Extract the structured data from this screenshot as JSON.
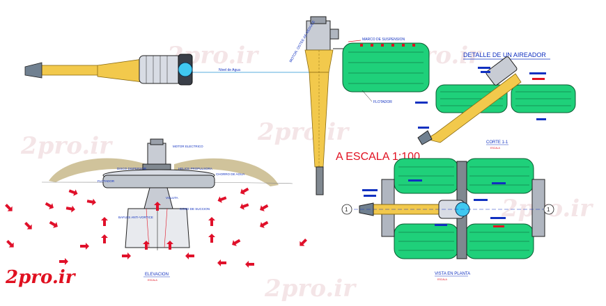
{
  "colors": {
    "shaft": "#f2c94c",
    "shaft_stroke": "#8a6a10",
    "float_green": "#1fd07a",
    "float_stroke": "#0a5a30",
    "spray": "#c8b88a",
    "arrow_red": "#e0102a",
    "label_blue": "#1030c0",
    "accent_red": "#e01020",
    "water_cyan": "#40c8f0"
  },
  "labels": {
    "nivel_agua": "Nivel de Agua",
    "motor_vertical": "MOTOR. OSTEE AE REDUCE",
    "marco_suspension": "MARCO DE SUSPENSION",
    "flotador_top": "FLOTADOR",
    "detalle_title": "DETALLE DE UN AIREADOR",
    "escala": "A ESCALA 1:100",
    "corte_title": "CORTE 1-1",
    "corte_sub": "ESCALA",
    "motor_electrico": "MOTOR ELECTRICO",
    "disco_dispersion": "DISCO DISPERSOR",
    "helice_propulsora": "HELICE PROPULSORA",
    "chorro_agua": "CHORRO DE AGUA",
    "flotador_elev": "FLOTADOR",
    "voluta": "VOLUTA",
    "cono_succion": "CONO DE SUCCION",
    "bafles": "BAFLES ANTI-VORTICE",
    "elevacion_title": "ELEVACION",
    "elevacion_sub": "ESCALA",
    "vista_title": "VISTA EN PLANTA",
    "vista_sub": "ESCALA",
    "section_marker": "1",
    "watermark": "2pro.ir"
  }
}
